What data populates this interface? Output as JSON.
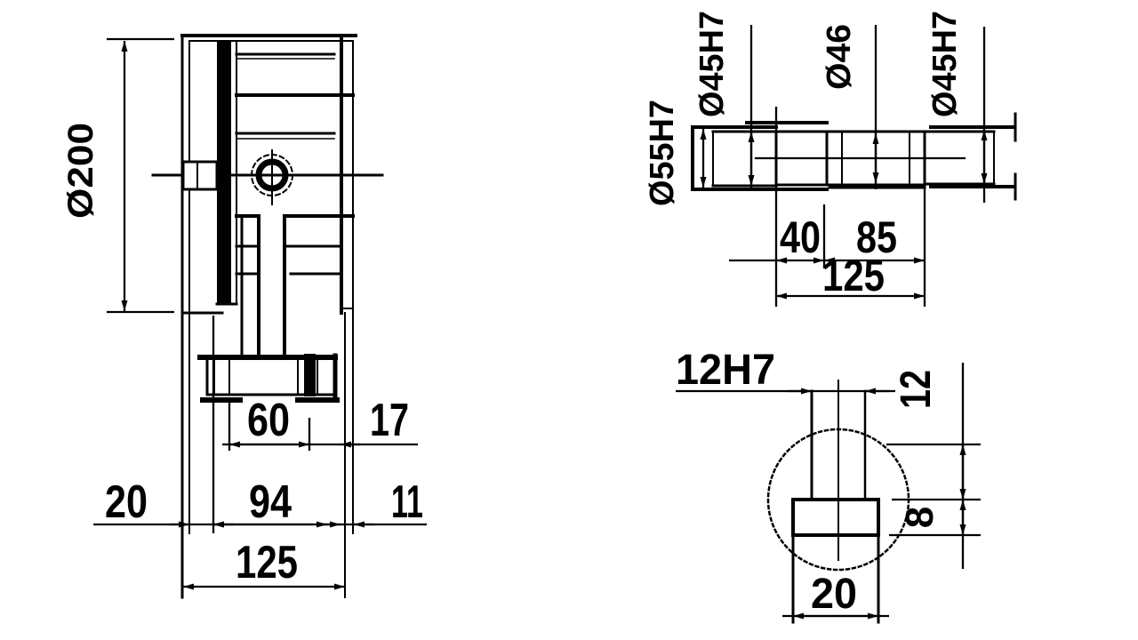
{
  "drawing": {
    "background_color": "#ffffff",
    "line_color": "#000000",
    "front_view": {
      "dia_200": "Ø200",
      "dim_60": "60",
      "dim_17": "17",
      "dim_20": "20",
      "dim_94": "94",
      "dim_11": "11",
      "dim_125": "125"
    },
    "top_view": {
      "dia_55": "Ø55H7",
      "dia_45_left": "Ø45H7",
      "dia_46": "Ø46",
      "dia_45_right": "Ø45H7",
      "dim_40": "40",
      "dim_85": "85",
      "dim_125": "125"
    },
    "section_view": {
      "keyway": "12H7",
      "dim_12": "12",
      "dim_8": "8",
      "dim_20": "20"
    }
  }
}
